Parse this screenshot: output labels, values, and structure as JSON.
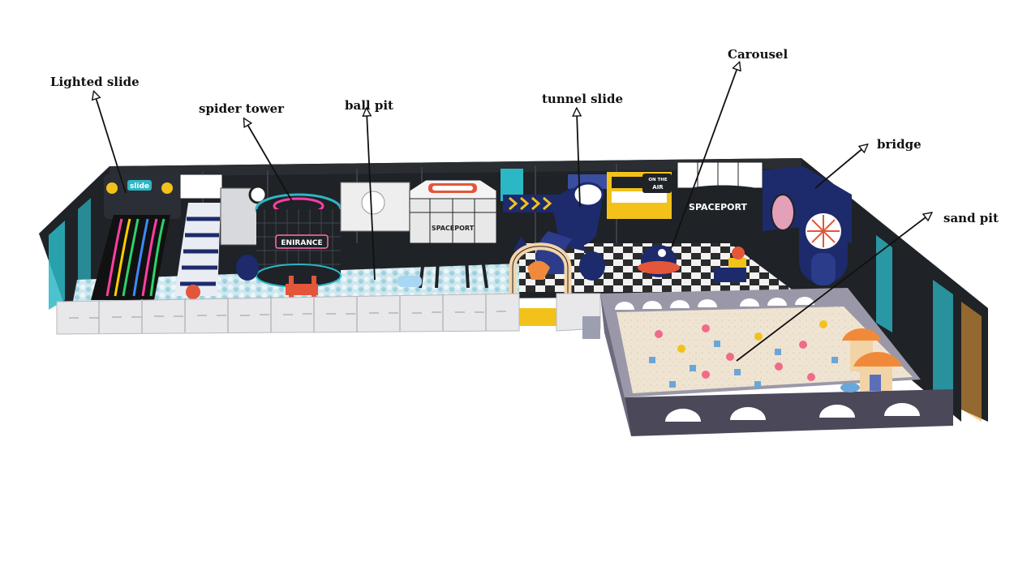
{
  "labels": {
    "lighted_slide": "Lighted slide",
    "spider_tower": "spider tower",
    "ball_pit": "ball pit",
    "tunnel_slide": "tunnel slide",
    "carousel": "Carousel",
    "bridge": "bridge",
    "sand_pit": "sand pit"
  },
  "signs": {
    "slide": "slide",
    "entrance": "ENIRANCE",
    "spaceport_tower": "SPACEPORT",
    "spaceport_carousel": "SPACEPORT",
    "on_the_air_1": "ON THE",
    "on_the_air_2": "AIR"
  },
  "colors": {
    "wall_dark": "#1f2226",
    "teal": "#2cb7c4",
    "navy": "#1d2a6b",
    "sand": "#efe4d2",
    "fence": "#e8e8ea",
    "yellow": "#f2c21b",
    "red_orange": "#e4563a"
  }
}
